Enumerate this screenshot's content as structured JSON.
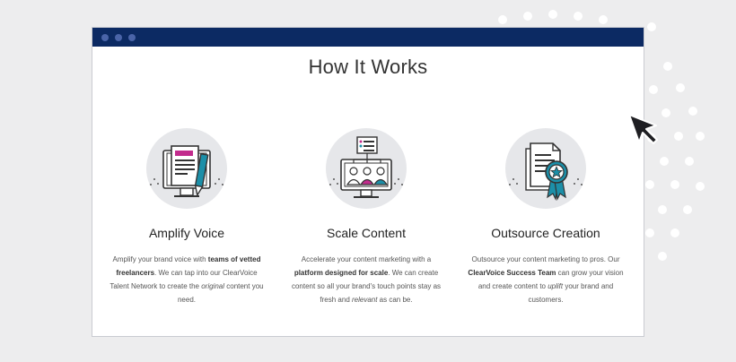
{
  "page_title": "How It Works",
  "columns": [
    {
      "icon": "newspaper-pencil-icon",
      "title": "Amplify Voice",
      "text_parts": [
        {
          "t": "Amplify your brand voice with ",
          "s": "n"
        },
        {
          "t": "teams of vetted freelancers",
          "s": "b"
        },
        {
          "t": ". We can tap into our ClearVoice Talent Network to create the ",
          "s": "n"
        },
        {
          "t": "original",
          "s": "i"
        },
        {
          "t": " content you need.",
          "s": "n"
        }
      ]
    },
    {
      "icon": "team-network-monitor-icon",
      "title": "Scale Content",
      "text_parts": [
        {
          "t": "Accelerate your content marketing with a ",
          "s": "n"
        },
        {
          "t": "platform designed for scale",
          "s": "b"
        },
        {
          "t": ". We can create content so all your brand's touch points stay as fresh and ",
          "s": "n"
        },
        {
          "t": "relevant",
          "s": "i"
        },
        {
          "t": " as can be.",
          "s": "n"
        }
      ]
    },
    {
      "icon": "document-award-icon",
      "title": "Outsource Creation",
      "text_parts": [
        {
          "t": "Outsource your content marketing to pros. Our ",
          "s": "n"
        },
        {
          "t": "ClearVoice Success Team",
          "s": "b"
        },
        {
          "t": " can grow your vision and create content to ",
          "s": "n"
        },
        {
          "t": "uplift",
          "s": "i"
        },
        {
          "t": " your brand and customers.",
          "s": "n"
        }
      ]
    }
  ],
  "colors": {
    "titlebar": "#0c2a63",
    "accent_teal": "#1c8fa8",
    "accent_magenta": "#c22c8d",
    "icon_circle": "#e6e7ea"
  }
}
